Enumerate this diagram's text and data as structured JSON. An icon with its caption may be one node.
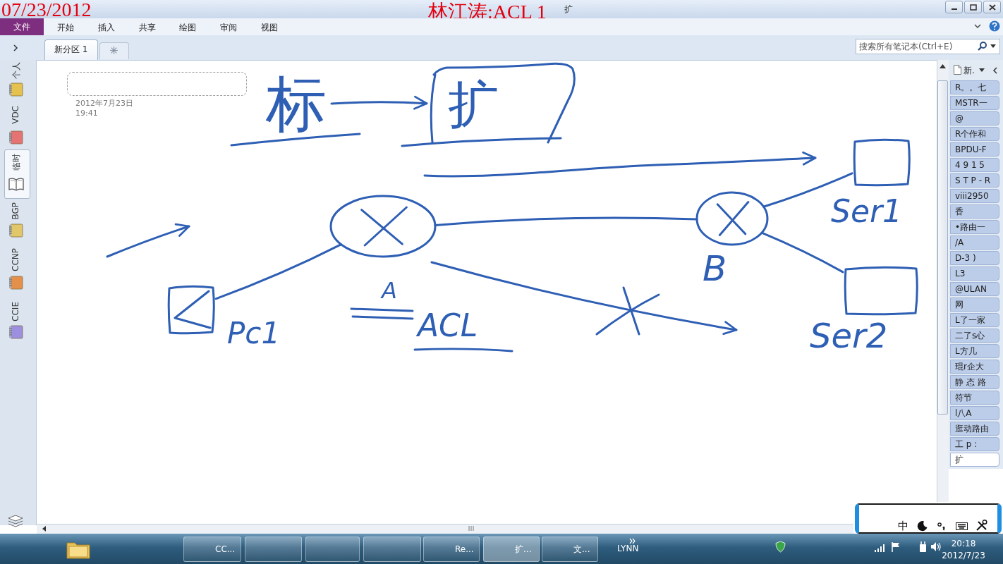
{
  "diagram": {
    "nodes": [
      {
        "text": [
          "标"
        ]
      },
      {
        "text": [
          "扩"
        ]
      },
      {
        "text": [],
        "shape": "box",
        "beside": [
          "Ser1"
        ]
      },
      {
        "text": [],
        "shape": "circle",
        "beside": [
          "A"
        ]
      },
      {
        "text": [],
        "shape": "circle",
        "beside": [
          "B"
        ]
      },
      {
        "text": [],
        "shape": "box",
        "beside": [
          "Pc1"
        ]
      },
      {
        "text": [],
        "shape": "box",
        "beside": [
          "Ser2"
        ]
      }
    ],
    "edges": [
      {
        "from": 0,
        "to": 1,
        "arrow": "to"
      },
      {
        "from": 5,
        "to": 3,
        "arrow": "none"
      },
      {
        "from": 3,
        "to": 4,
        "arrow": "none"
      },
      {
        "from": 4,
        "to": 2,
        "arrow": "none"
      },
      {
        "from": 4,
        "to": 6,
        "arrow": "none"
      }
    ],
    "labels": [
      "07/23/2012",
      "林江涛:ACL 1",
      "扩",
      "文件",
      "开始",
      "插入",
      "共享",
      "绘图",
      "审阅",
      "视图",
      "新分区 1",
      "搜索所有笔记本(Ctrl+E)",
      "个人",
      "VDC",
      "临时",
      "BGP",
      "CCNP",
      "CCIE",
      "2012年7月23日",
      "19:41",
      "ACL",
      "新.",
      "R。。七",
      "MSTR一",
      "@",
      "R个作和",
      "BPDU-F",
      "4 9 1 5",
      "S T P - R",
      "viii2950",
      "香",
      "•路由一",
      "/A",
      "D-3 )",
      "L3",
      "@ULAN",
      "网",
      "L了一家",
      "二了s心",
      "L方几",
      "琨r企大",
      "静 态 路",
      "符节",
      "l八A",
      "逛动路由",
      "工 p :",
      "扩",
      "CC...",
      "Re...",
      "扩...",
      "文...",
      "LYNN",
      "中",
      "20:18",
      "2012/7/23"
    ]
  }
}
